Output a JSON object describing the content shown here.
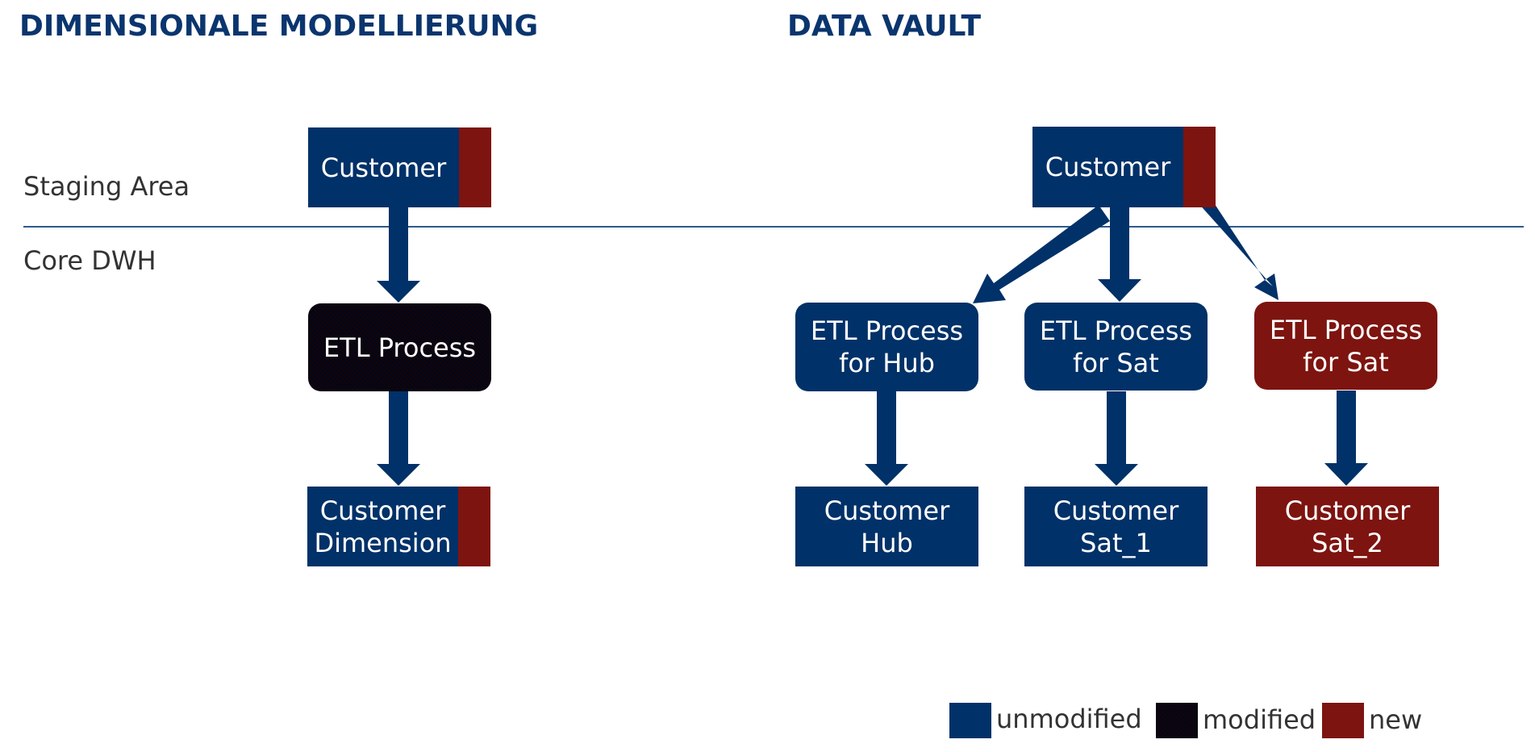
{
  "titles": {
    "left": "DIMENSIONALE MODELLIERUNG",
    "right": "DATA VAULT"
  },
  "zones": {
    "staging": "Staging Area",
    "core": "Core DWH"
  },
  "dimensional": {
    "customer_staging": "Customer",
    "etl": "ETL Process",
    "customer_dimension": "Customer\nDimension"
  },
  "data_vault": {
    "customer_staging": "Customer",
    "etl_hub": "ETL Process\nfor Hub",
    "etl_sat1": "ETL Process\nfor Sat",
    "etl_sat2": "ETL Process\nfor Sat",
    "customer_hub": "Customer\nHub",
    "customer_sat1": "Customer\nSat_1",
    "customer_sat2": "Customer\nSat_2"
  },
  "legend": {
    "unmodified": "unmodified",
    "modified": "modified",
    "new": "new"
  },
  "colors": {
    "unmodified": "#003168",
    "new": "#7d1410",
    "title": "#0a356e",
    "divider": "#2c5a8c"
  }
}
